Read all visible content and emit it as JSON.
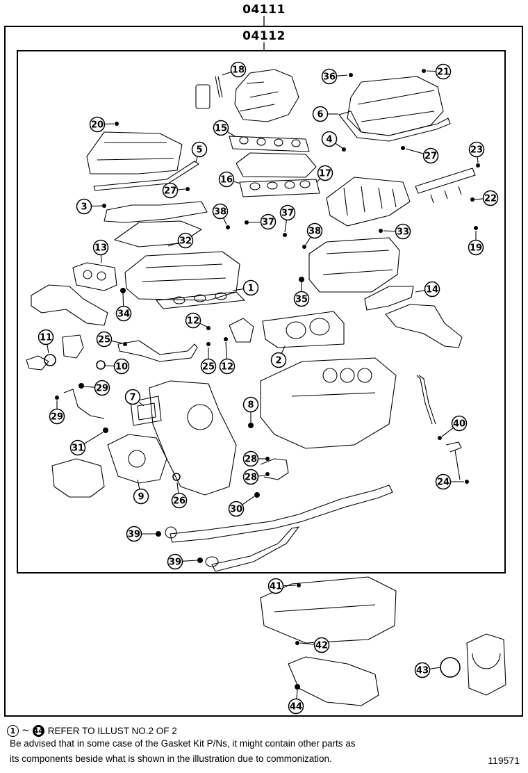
{
  "header": {
    "kit_part_number": "04111",
    "subkit_part_number": "04112"
  },
  "callouts": [
    {
      "id": 1,
      "label": "1"
    },
    {
      "id": 2,
      "label": "2"
    },
    {
      "id": 3,
      "label": "3"
    },
    {
      "id": 4,
      "label": "4"
    },
    {
      "id": 5,
      "label": "5"
    },
    {
      "id": 6,
      "label": "6"
    },
    {
      "id": 7,
      "label": "7"
    },
    {
      "id": 8,
      "label": "8"
    },
    {
      "id": 9,
      "label": "9"
    },
    {
      "id": 10,
      "label": "10"
    },
    {
      "id": 11,
      "label": "11"
    },
    {
      "id": 12,
      "label": "12"
    },
    {
      "id": 13,
      "label": "13"
    },
    {
      "id": 14,
      "label": "14"
    },
    {
      "id": 15,
      "label": "15"
    },
    {
      "id": 16,
      "label": "16"
    },
    {
      "id": 17,
      "label": "17"
    },
    {
      "id": 18,
      "label": "18"
    },
    {
      "id": 19,
      "label": "19"
    },
    {
      "id": 20,
      "label": "20"
    },
    {
      "id": 21,
      "label": "21"
    },
    {
      "id": 22,
      "label": "22"
    },
    {
      "id": 23,
      "label": "23"
    },
    {
      "id": 24,
      "label": "24"
    },
    {
      "id": 25,
      "label": "25"
    },
    {
      "id": 26,
      "label": "26"
    },
    {
      "id": 27,
      "label": "27"
    },
    {
      "id": 28,
      "label": "28"
    },
    {
      "id": 29,
      "label": "29"
    },
    {
      "id": 30,
      "label": "30"
    },
    {
      "id": 31,
      "label": "31"
    },
    {
      "id": 32,
      "label": "32"
    },
    {
      "id": 33,
      "label": "33"
    },
    {
      "id": 34,
      "label": "34"
    },
    {
      "id": 35,
      "label": "35"
    },
    {
      "id": 36,
      "label": "36"
    },
    {
      "id": 37,
      "label": "37"
    },
    {
      "id": 38,
      "label": "38"
    },
    {
      "id": 39,
      "label": "39"
    },
    {
      "id": 40,
      "label": "40"
    },
    {
      "id": 41,
      "label": "41"
    },
    {
      "id": 42,
      "label": "42"
    },
    {
      "id": 43,
      "label": "43"
    },
    {
      "id": 44,
      "label": "44"
    }
  ],
  "footer": {
    "refer_from": "1",
    "refer_tilde": "~",
    "refer_to": "44",
    "refer_text": "REFER TO ILLUST NO.2 OF 2",
    "note_line1": "Be advised that in some case of the Gasket Kit P/Ns,  it might contain other parts as",
    "note_line2": "its components beside what is shown in the illustration due to commonization.",
    "figure_number": "119571"
  }
}
